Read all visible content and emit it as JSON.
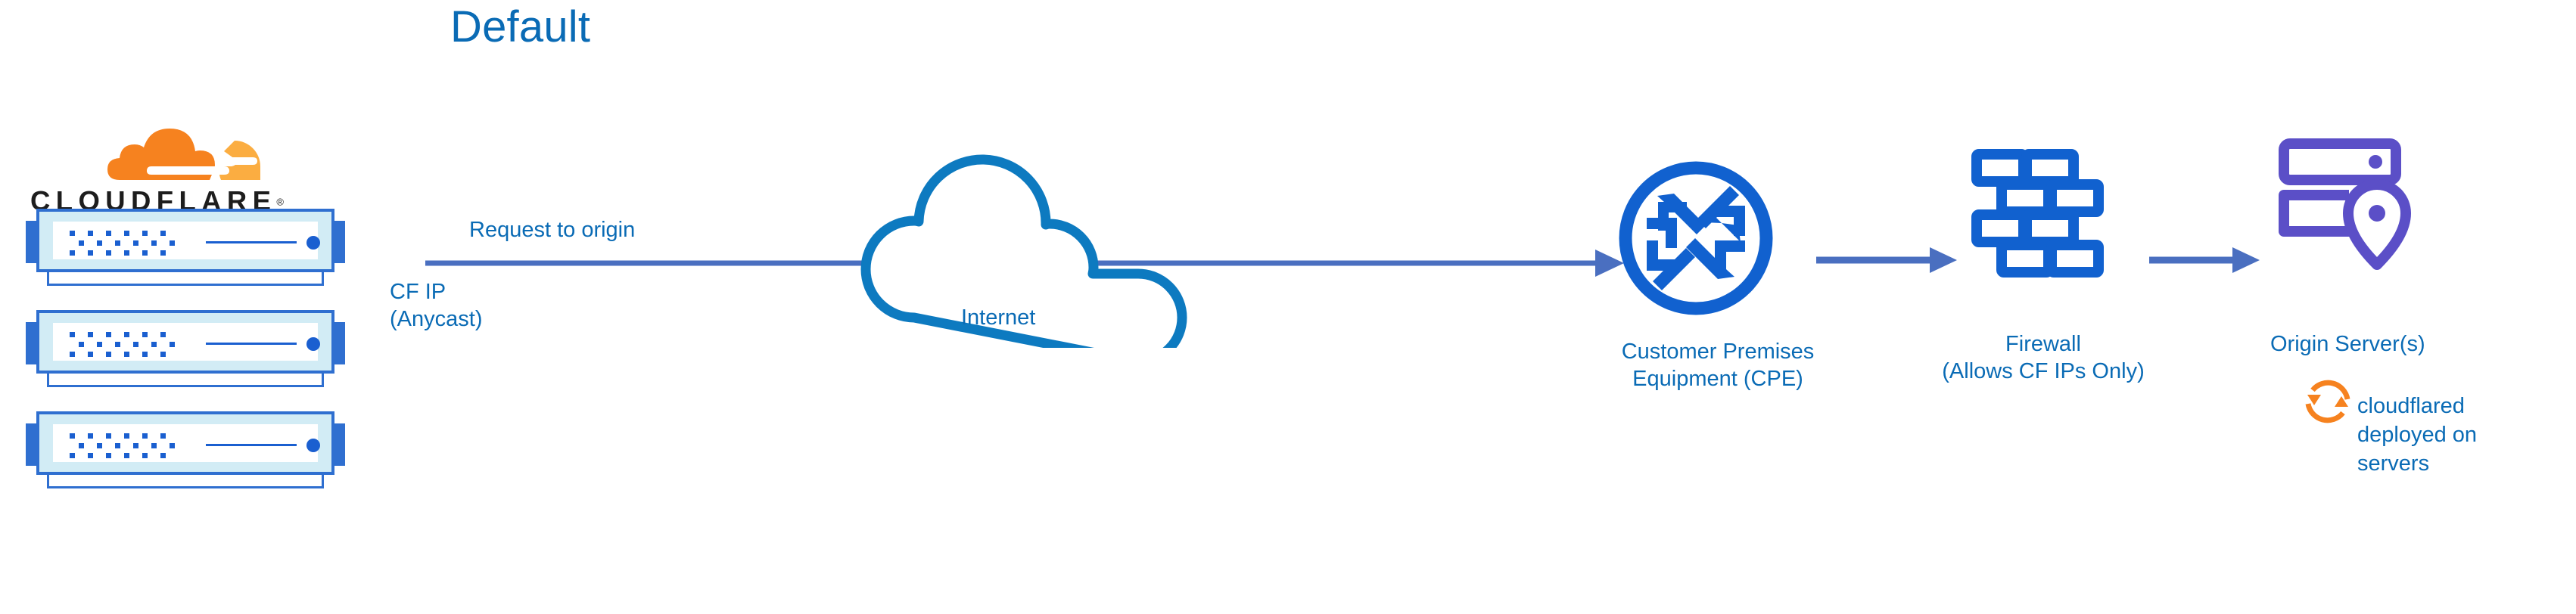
{
  "title": "Default",
  "brand": {
    "logo_name": "cloudflare-logo",
    "wordmark": "CLOUDFLARE",
    "registered_mark": "®",
    "logo_color_primary": "#f6821f",
    "logo_color_secondary": "#fbad41"
  },
  "colors": {
    "label_blue": "#0a6bb5",
    "icon_blue": "#1161cf",
    "arrow_blue": "#4a6fc0",
    "rack_border": "#2f6fd0",
    "rack_fill": "#d2ecf5",
    "purple": "#5b4fc7",
    "orange": "#f6821f"
  },
  "nodes": [
    {
      "id": "cloudflare-edge",
      "label": "",
      "icon": "server-rack-stack",
      "count": 3
    },
    {
      "id": "internet",
      "label": "Internet",
      "icon": "cloud-outline-icon"
    },
    {
      "id": "cpe",
      "label": "Customer Premises\nEquipment (CPE)",
      "icon": "router-icon"
    },
    {
      "id": "firewall",
      "label": "Firewall\n(Allows CF IPs Only)",
      "icon": "brick-wall-icon"
    },
    {
      "id": "origin",
      "label": "Origin Server(s)",
      "icon": "server-location-icon"
    }
  ],
  "labels": {
    "request_to_origin": "Request to origin",
    "cf_ip_anycast": "CF IP\n(Anycast)",
    "internet": "Internet",
    "cpe": "Customer Premises\nEquipment (CPE)",
    "firewall": "Firewall\n(Allows CF IPs Only)",
    "origin_server": "Origin Server(s)",
    "cloudflared": "cloudflared\ndeployed on\nservers"
  },
  "connections": [
    {
      "from": "cloudflare-edge",
      "to": "cpe",
      "label": "Request to origin",
      "style": "arrow"
    },
    {
      "from": "cpe",
      "to": "firewall",
      "label": "",
      "style": "arrow"
    },
    {
      "from": "firewall",
      "to": "origin",
      "label": "",
      "style": "arrow"
    }
  ]
}
